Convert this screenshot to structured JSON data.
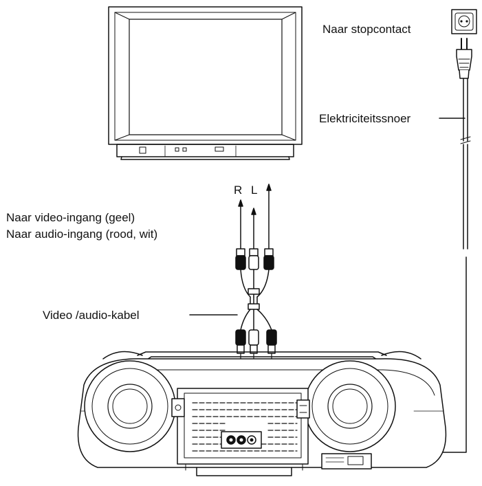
{
  "labels": {
    "outlet": "Naar stopcontact",
    "power_cord": "Elektriciteitssnoer",
    "video_input": "Naar video-ingang (geel)",
    "audio_input": "Naar audio-ingang (rood, wit)",
    "av_cable": "Video /audio-kabel",
    "right_channel": "R",
    "left_channel": "L"
  },
  "colors": {
    "line": "#111111",
    "background": "#ffffff"
  }
}
